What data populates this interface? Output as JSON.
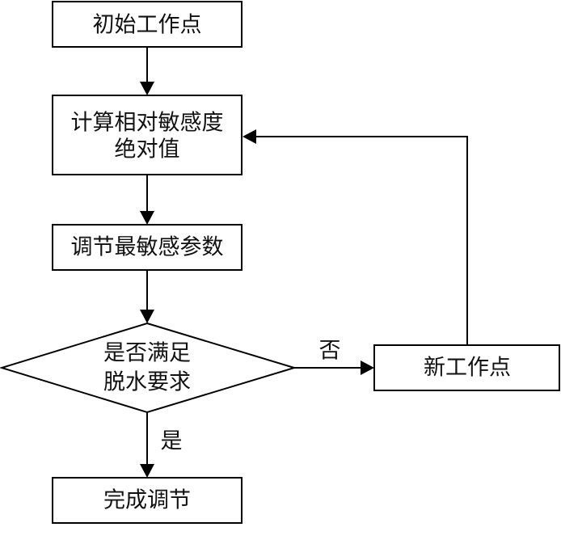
{
  "diagram": {
    "nodes": {
      "start": {
        "lines": [
          "初始工作点"
        ]
      },
      "calc": {
        "lines": [
          "计算相对敏感度",
          "绝对值"
        ]
      },
      "adjust": {
        "lines": [
          "调节最敏感参数"
        ]
      },
      "decision": {
        "lines": [
          "是否满足",
          "脱水要求"
        ]
      },
      "new_point": {
        "lines": [
          "新工作点"
        ]
      },
      "finish": {
        "lines": [
          "完成调节"
        ]
      }
    },
    "edges": {
      "no_label": "否",
      "yes_label": "是"
    }
  }
}
